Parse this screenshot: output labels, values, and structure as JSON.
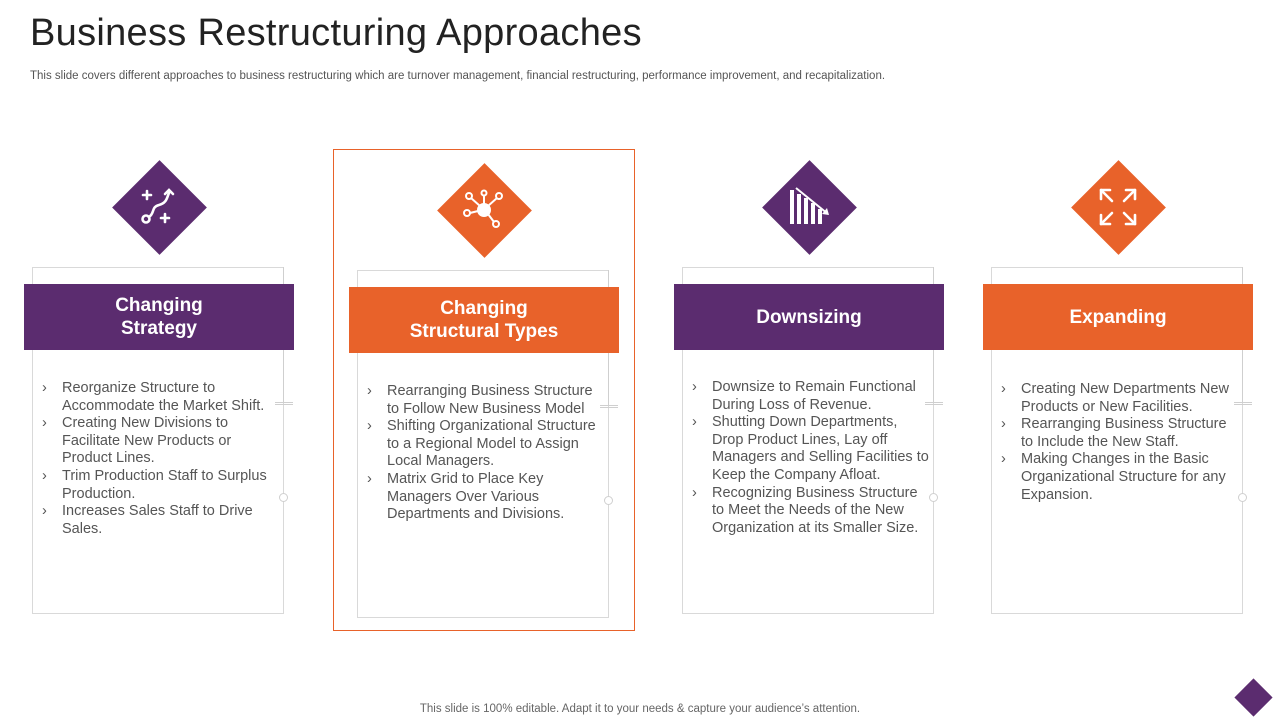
{
  "slide": {
    "title": "Business Restructuring Approaches",
    "subtitle": "This slide covers different approaches to business restructuring which are turnover management, financial restructuring, performance improvement, and recapitalization.",
    "footer": "This slide is 100% editable. Adapt it to your needs & capture your audience’s attention."
  },
  "colors": {
    "purple": "#5B2C6F",
    "orange": "#E8622A"
  },
  "cards": [
    {
      "heading": "Changing\nStrategy",
      "icon": "strategy-path-icon",
      "bullets": [
        "Reorganize Structure to Accommodate the Market Shift.",
        "Creating New Divisions to Facilitate New Products or Product Lines.",
        "Trim Production Staff to Surplus Production.",
        "Increases Sales Staff to Drive Sales."
      ]
    },
    {
      "heading": "Changing\nStructural Types",
      "icon": "network-nodes-icon",
      "bullets": [
        "Rearranging Business Structure to Follow New Business Model",
        "Shifting Organizational Structure to a Regional Model to Assign Local Managers.",
        "Matrix Grid to Place Key Managers Over Various Departments and Divisions."
      ]
    },
    {
      "heading": "Downsizing",
      "icon": "declining-bar-chart-icon",
      "bullets": [
        "Downsize to Remain Functional During Loss of Revenue.",
        "Shutting Down Departments, Drop Product Lines, Lay off Managers and Selling Facilities to Keep the Company Afloat.",
        "Recognizing Business Structure to Meet the Needs of the New Organization at its Smaller Size."
      ]
    },
    {
      "heading": "Expanding",
      "icon": "expand-arrows-icon",
      "bullets": [
        "Creating New Departments New Products or New Facilities.",
        "Rearranging Business Structure to Include the New Staff.",
        "Making Changes in the Basic Organizational Structure for any Expansion."
      ]
    }
  ]
}
